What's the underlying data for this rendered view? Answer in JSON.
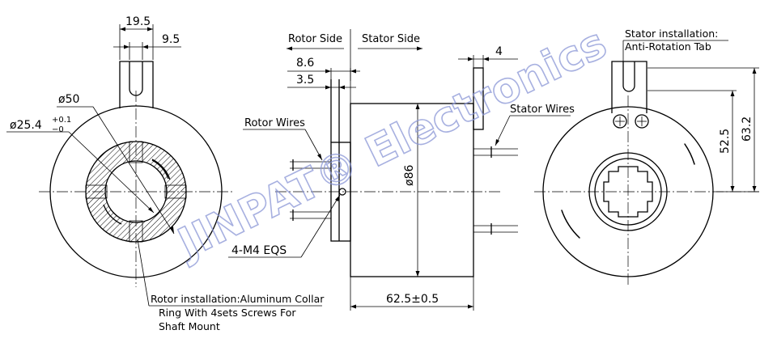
{
  "watermark": "JINPAT® Electronics",
  "front_view": {
    "tab_width": "19.5",
    "slot_width": "9.5",
    "outer_diameter": "ø50",
    "bore_diameter": "ø25.4",
    "bore_tol_upper": "+0.1",
    "bore_tol_lower": "−0",
    "rotor_installation": [
      "Rotor installation:Aluminum Collar",
      "Ring With 4sets Screws For",
      "Shaft Mount"
    ]
  },
  "side_view": {
    "rotor_side": "Rotor Side",
    "stator_side": "Stator Side",
    "dim_8_6": "8.6",
    "dim_3_5": "3.5",
    "dim_4": "4",
    "rotor_wires": "Rotor Wires",
    "stator_wires": "Stator Wires",
    "body_diameter": "ø86",
    "screws": "4-M4 EQS",
    "length": "62.5±0.5"
  },
  "rear_view": {
    "stator_installation": [
      "Stator installation:",
      "Anti-Rotation Tab"
    ],
    "dim_52_5": "52.5",
    "dim_63_2": "63.2"
  }
}
